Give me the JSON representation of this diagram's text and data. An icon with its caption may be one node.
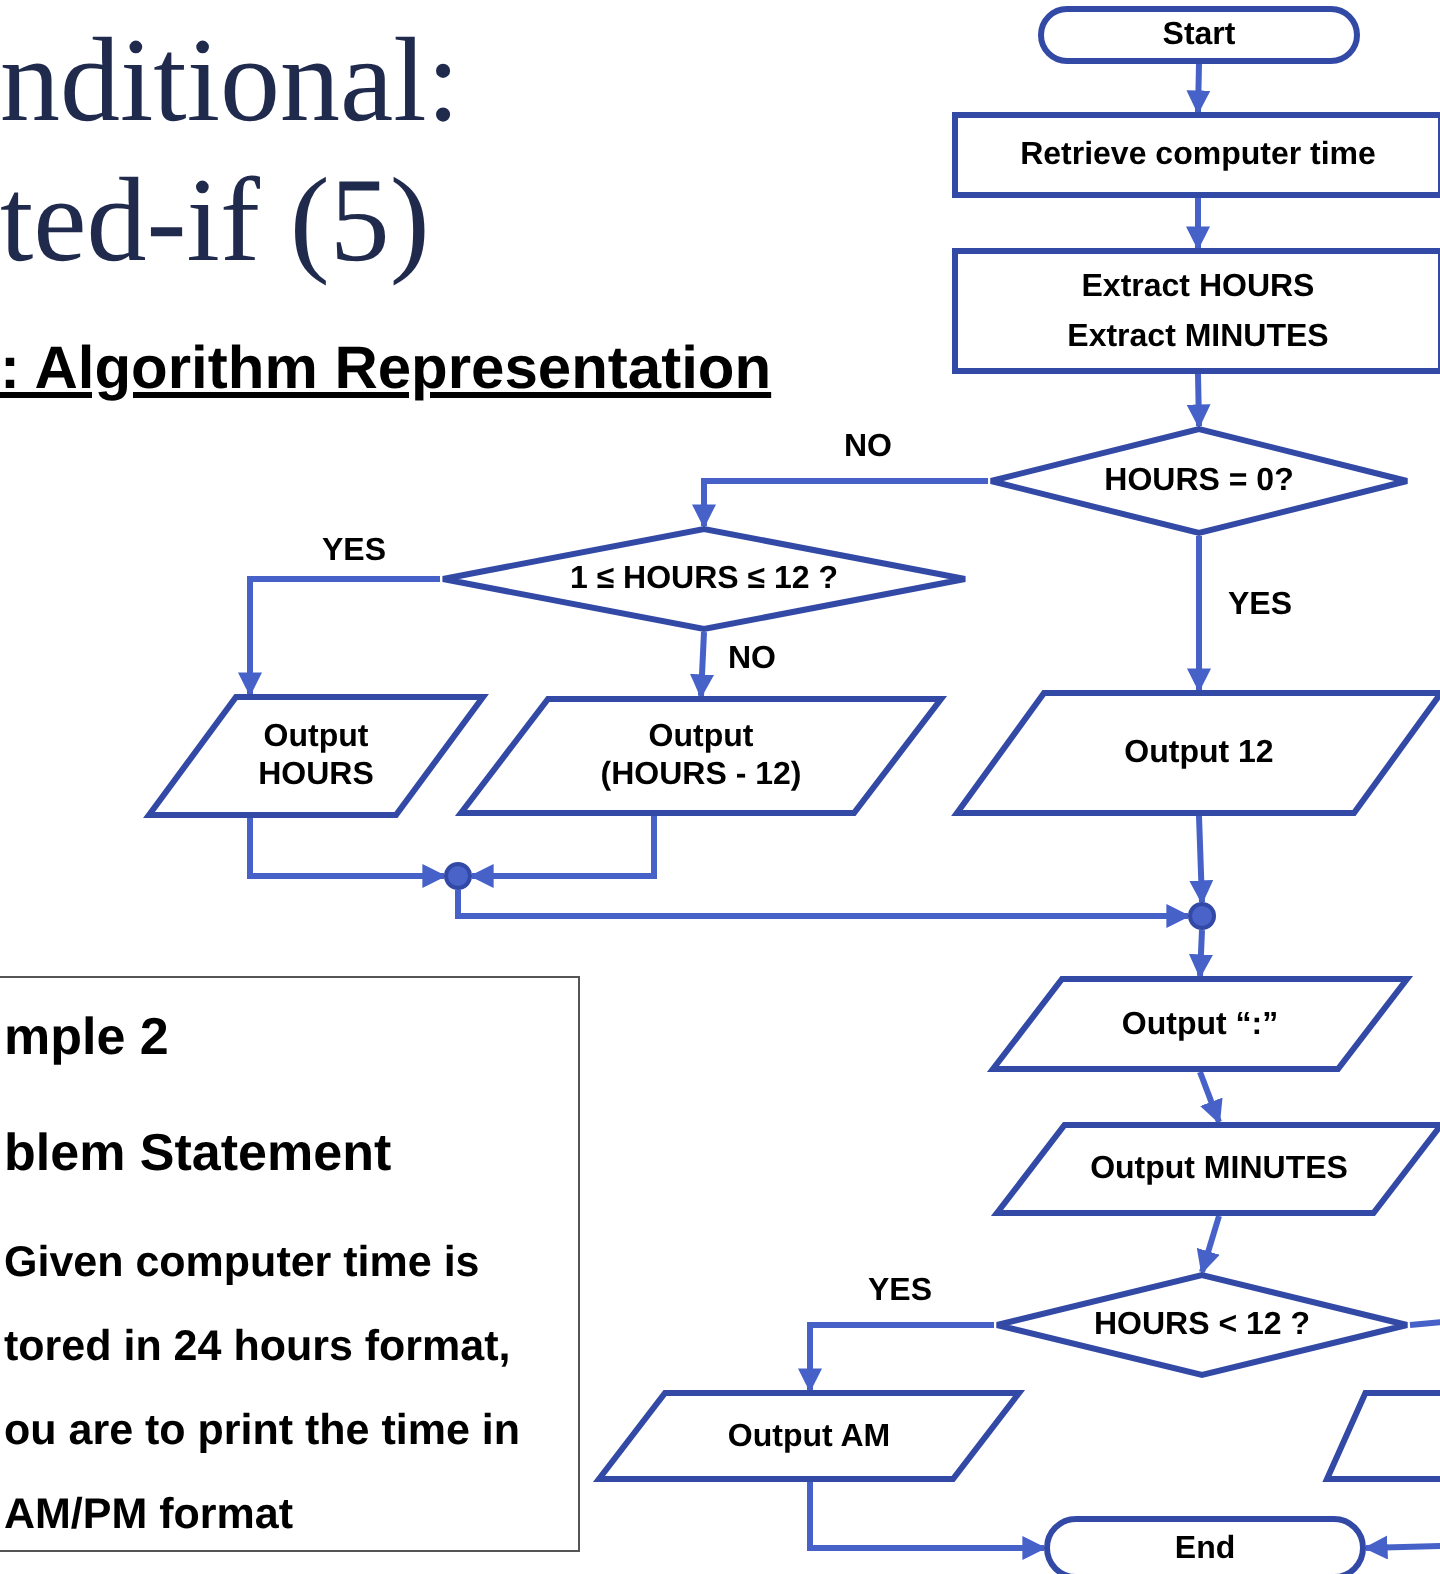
{
  "diagram": {
    "title": "nditional: ted-if (5)",
    "nodes": [
      {
        "text": [
          "Start"
        ]
      },
      {
        "text": [
          "Retrieve computer time"
        ]
      },
      {
        "text": [
          "Extract HOURS",
          "Extract MINUTES"
        ]
      },
      {
        "text": [
          "HOURS = 0?"
        ]
      },
      {
        "text": [
          "1 ≤ HOURS ≤ 12 ?"
        ]
      },
      {
        "text": [
          "Output HOURS"
        ]
      },
      {
        "text": [
          "Output (HOURS - 12)"
        ]
      },
      {
        "text": [
          "Output 12"
        ]
      },
      {
        "text": [],
        "shape": "circle"
      },
      {
        "text": [],
        "shape": "circle"
      },
      {
        "text": [
          "Output “:”"
        ]
      },
      {
        "text": [
          "Output MINUTES"
        ]
      },
      {
        "text": [
          "HOURS < 12 ?"
        ]
      },
      {
        "text": [
          "Output AM"
        ]
      },
      {
        "text": [
          "End"
        ]
      },
      {
        "text": [],
        "shape": "parallelogram"
      },
      {
        "text": [
          "mple 2",
          "blem Statement",
          "Given computer time is tored in 24 hours format, ou are to print the time in AM/PM format"
        ]
      }
    ],
    "edges": [
      {
        "from": 0,
        "to": 1,
        "arrow": "to"
      },
      {
        "from": 1,
        "to": 2,
        "arrow": "to"
      },
      {
        "from": 2,
        "to": 3,
        "arrow": "to"
      },
      {
        "from": 3,
        "to": 4,
        "arrow": "to",
        "label": "NO"
      },
      {
        "from": 3,
        "to": 7,
        "arrow": "to",
        "label": "YES"
      },
      {
        "from": 4,
        "to": 5,
        "arrow": "to",
        "label": "YES"
      },
      {
        "from": 4,
        "to": 6,
        "arrow": "to",
        "label": "NO"
      },
      {
        "from": 5,
        "to": 8,
        "arrow": "to"
      },
      {
        "from": 6,
        "to": 8,
        "arrow": "to"
      },
      {
        "from": 8,
        "to": 9,
        "arrow": "to"
      },
      {
        "from": 7,
        "to": 9,
        "arrow": "to"
      },
      {
        "from": 9,
        "to": 10,
        "arrow": "to"
      },
      {
        "from": 10,
        "to": 11,
        "arrow": "to"
      },
      {
        "from": 11,
        "to": 12,
        "arrow": "to"
      },
      {
        "from": 12,
        "to": 13,
        "arrow": "to",
        "label": "YES"
      },
      {
        "from": 13,
        "to": 14,
        "arrow": "to"
      },
      {
        "from": 12,
        "to": null,
        "arrow": "none"
      },
      {
        "from": null,
        "to": 14,
        "arrow": "to"
      }
    ],
    "labels": [
      ": Algorithm Representation"
    ]
  }
}
